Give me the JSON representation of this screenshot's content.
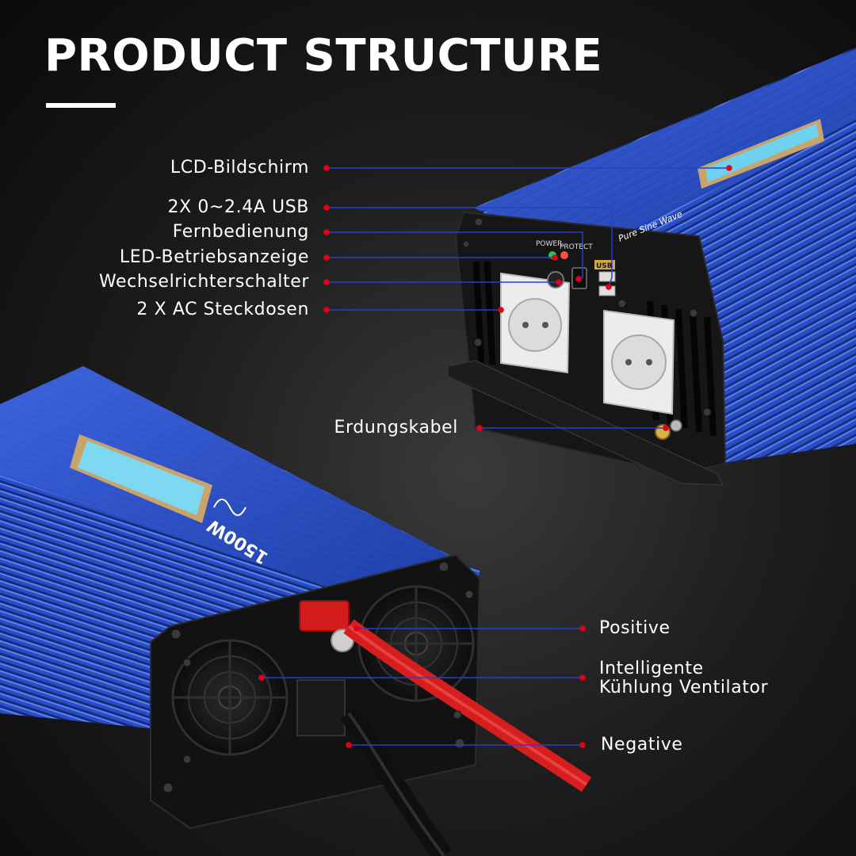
{
  "heading": "PRODUCT STRUCTURE",
  "colors": {
    "accent_dot": "#e3001b",
    "leader_line": "#2a3fc8",
    "housing_blue": "#2c4fc9",
    "panel_black": "#141414"
  },
  "product": {
    "model_text": "1500W",
    "series_text": "Pure Sine Wave",
    "panel_labels": {
      "power": "POWER",
      "protect": "PROTECT",
      "usb": "USB"
    }
  },
  "callouts": {
    "lcd": "LCD-Bildschirm",
    "usb": "2X 0~2.4A USB",
    "remote": "Fernbedienung",
    "led": "LED-Betriebsanzeige",
    "switch": "Wechselrichterschalter",
    "ac": "2 X AC Steckdosen",
    "ground": "Erdungskabel",
    "positive": "Positive",
    "fan_line1": "Intelligente",
    "fan_line2": "Kühlung Ventilator",
    "negative": "Negative"
  }
}
